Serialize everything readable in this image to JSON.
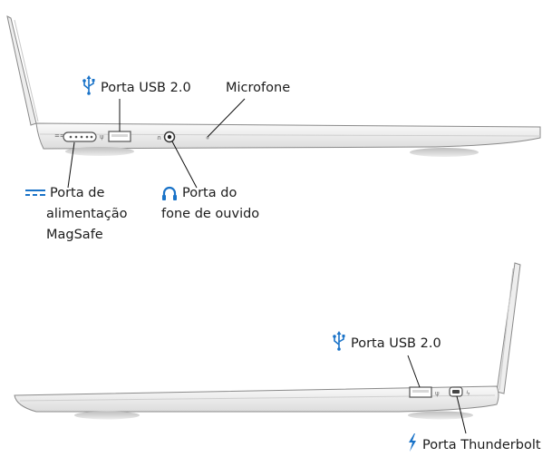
{
  "labels": {
    "usb_top": "Porta USB 2.0",
    "microphone": "Microfone",
    "magsafe_line1": "Porta de",
    "magsafe_line2": "alimentação",
    "magsafe_line3": "MagSafe",
    "headphone_line1": "Porta do",
    "headphone_line2": "fone de ouvido",
    "usb_bottom": "Porta USB 2.0",
    "thunderbolt": "Porta Thunderbolt"
  },
  "icons": {
    "usb": "usb-icon",
    "magsafe": "dc-power-icon",
    "headphone": "headphone-icon",
    "thunderbolt": "thunderbolt-icon"
  },
  "colors": {
    "accent": "#1a73c8",
    "leader": "#111111",
    "body_fill": "#f3f3f3",
    "body_stroke": "#8c8c8c"
  }
}
